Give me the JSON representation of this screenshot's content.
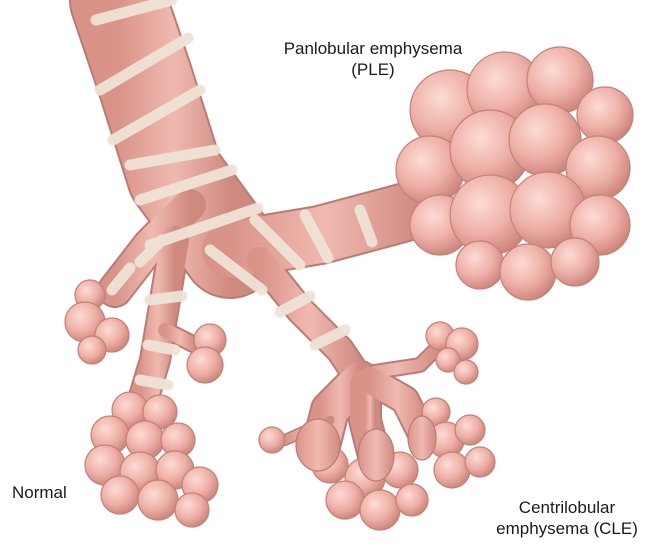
{
  "labels": {
    "panlobular": {
      "line1": "Panlobular emphysema",
      "line2": "(PLE)"
    },
    "normal": "Normal",
    "centrilobular": {
      "line1": "Centrilobular",
      "line2": "emphysema (CLE)"
    }
  },
  "colors": {
    "airway": "#e6a9a0",
    "airway_edge": "#b87c74",
    "cartilage_band": "#efe3d6",
    "alveolus": "#f0b7ae",
    "alveolus_shade": "#c9837a",
    "background": "#ffffff"
  }
}
